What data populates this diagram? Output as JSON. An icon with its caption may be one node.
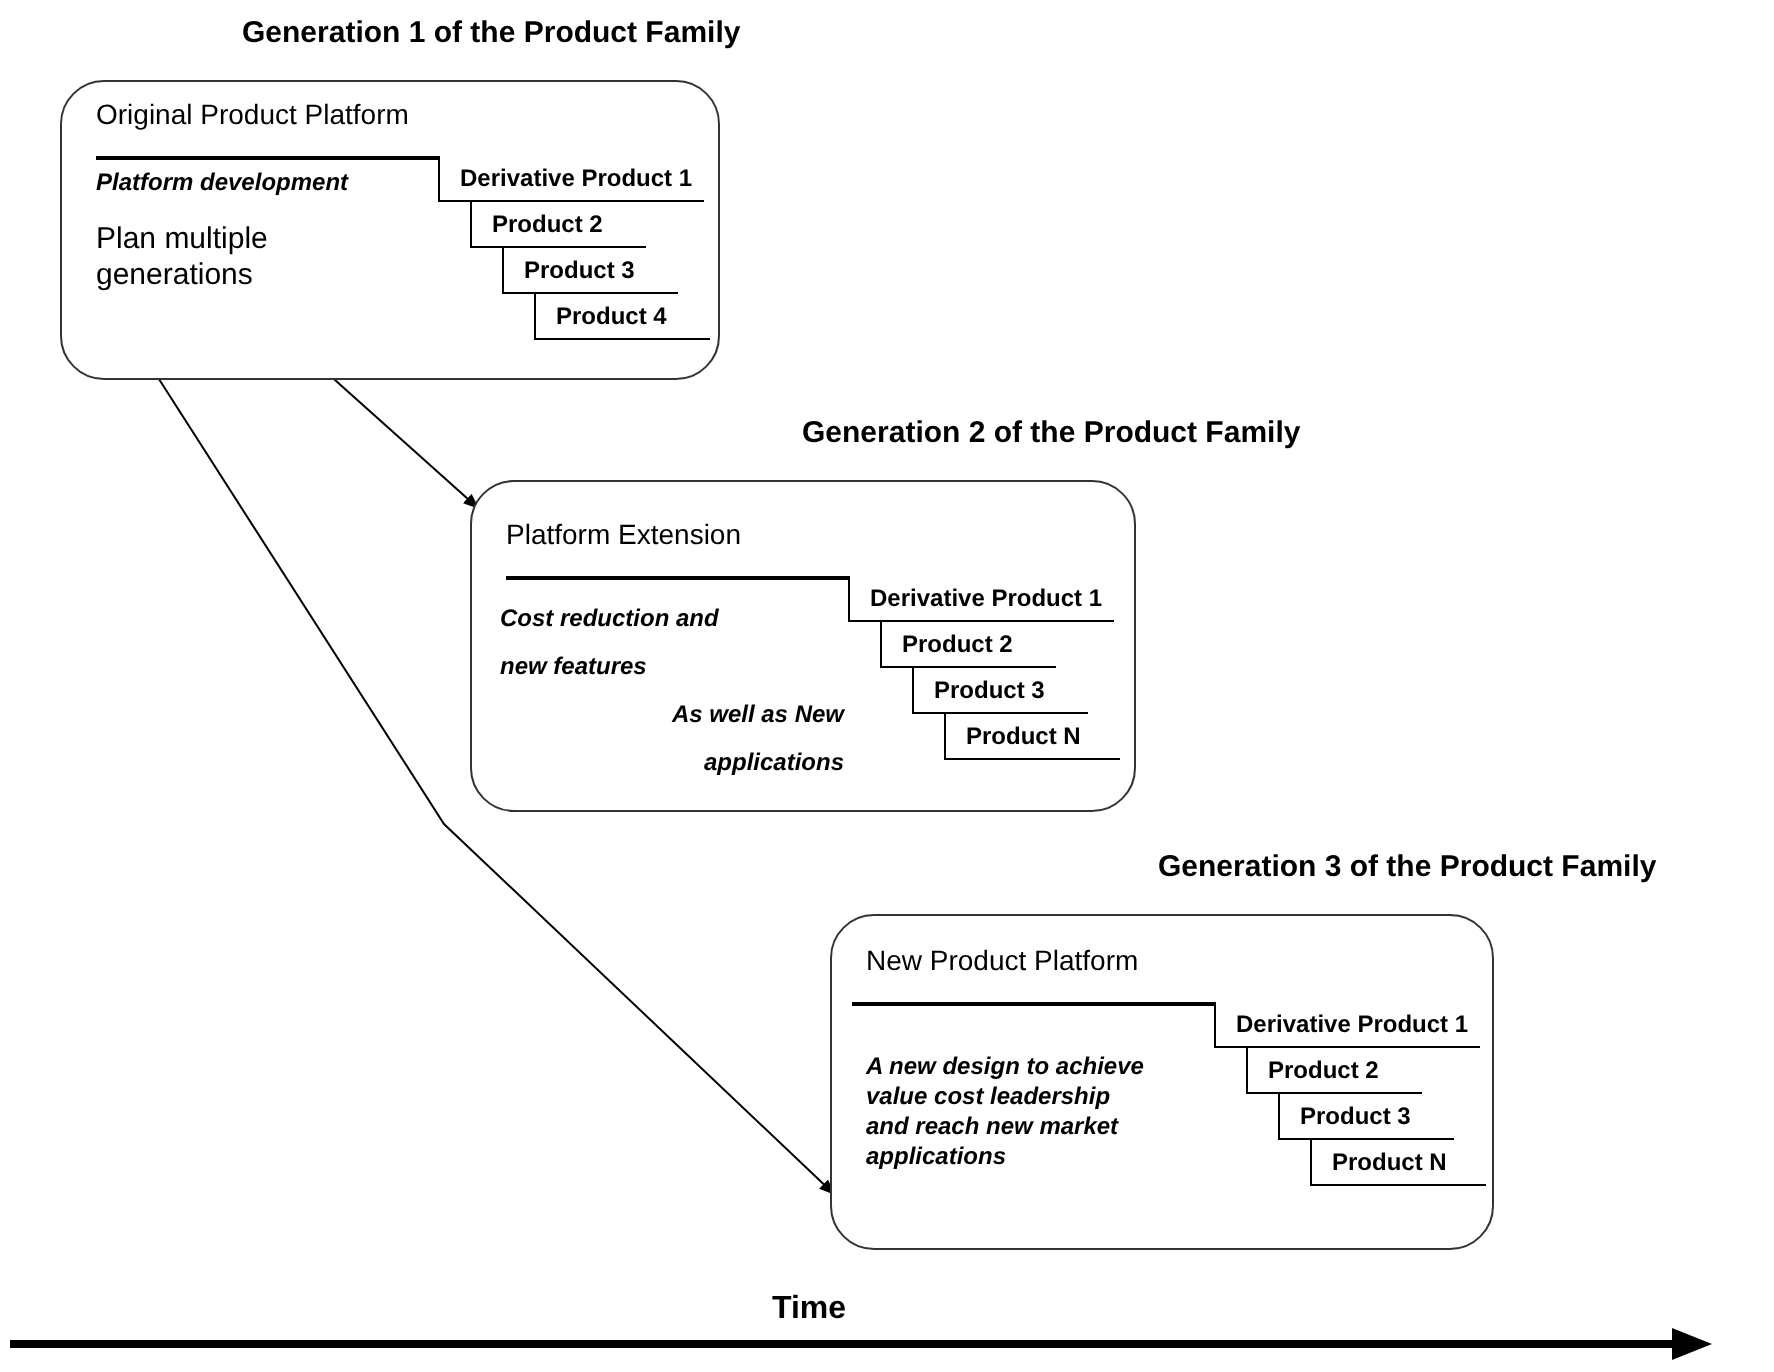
{
  "diagram": {
    "nodes": [
      {
        "text": [
          "Generation 1 of the Product Family",
          "Original Product Platform",
          "Platform development",
          "Derivative Product 1",
          "Product 2",
          "Product 3",
          "Product 4"
        ]
      },
      {
        "text": [
          "Plan multiple generations"
        ],
        "in": 0
      },
      {
        "text": [
          "Generation 2 of the Product Family",
          "Platform Extension",
          "Cost reduction and new features",
          "As well as New applications",
          "Derivative Product 1",
          "Product 2",
          "Product 3",
          "Product N"
        ]
      },
      {
        "text": [
          "Generation 3 of the Product Family",
          "New Product Platform",
          "A new design to achieve value cost leadership and reach new market applications",
          "Derivative Product 1",
          "Product 2",
          "Product 3",
          "Product N"
        ]
      }
    ],
    "edges": [
      {
        "from": 1,
        "to": 2,
        "arrow": "to"
      },
      {
        "from": 1,
        "to": 3,
        "arrow": "to"
      }
    ],
    "labels": [
      "Time"
    ]
  }
}
